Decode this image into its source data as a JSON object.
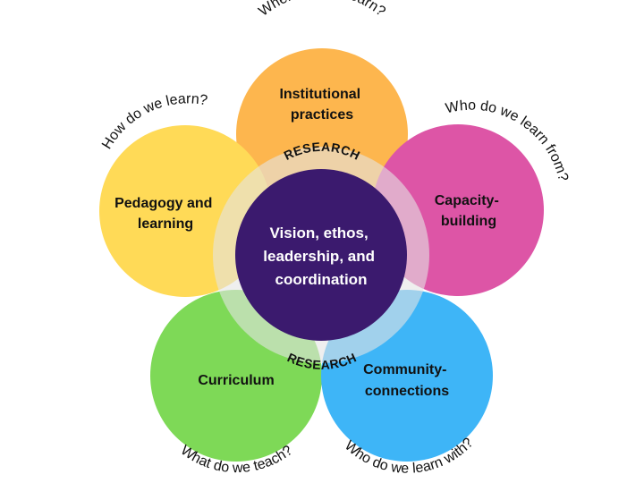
{
  "colors": {
    "institutional": "#FDB64E",
    "capacity": "#DD55A6",
    "community": "#3EB5F7",
    "curriculum": "#7ED957",
    "pedagogy": "#FFDA57",
    "center": "#3B1A6E",
    "ring": "#E5E5E5"
  },
  "center": {
    "lines": [
      "Vision, ethos,",
      "leadership, and",
      "coordination"
    ]
  },
  "ring": {
    "top_label": "RESEARCH",
    "bottom_label": "RESEARCH"
  },
  "petals": [
    {
      "id": "institutional",
      "lines": [
        "Institutional",
        "practices"
      ],
      "question": "Where do we learn?"
    },
    {
      "id": "capacity",
      "lines": [
        "Capacity-",
        "building"
      ],
      "question": "Who do we learn from?"
    },
    {
      "id": "community",
      "lines": [
        "Community-",
        "connections"
      ],
      "question": "Who do we learn with?"
    },
    {
      "id": "curriculum",
      "lines": [
        "Curriculum"
      ],
      "question": "What do we teach?"
    },
    {
      "id": "pedagogy",
      "lines": [
        "Pedagogy and",
        "learning"
      ],
      "question": "How do we learn?"
    }
  ]
}
